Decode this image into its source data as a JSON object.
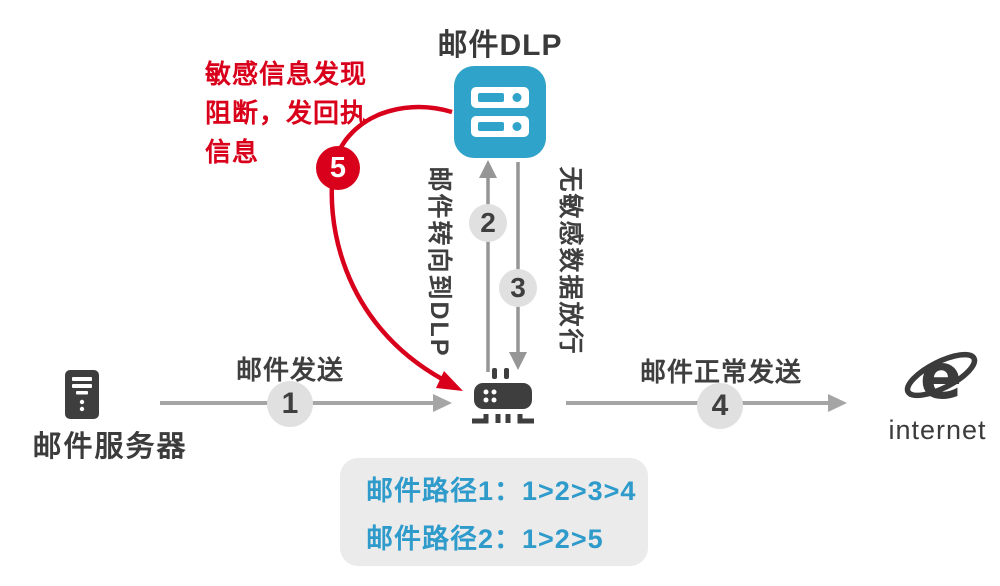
{
  "title": "邮件DLP",
  "annotation": {
    "lines": [
      "敏感信息发现",
      "阻断，发回执",
      "信息"
    ],
    "badge": "5"
  },
  "nodes": {
    "mail_server": {
      "label": "邮件服务器",
      "icon": "server-tower-icon"
    },
    "dlp_server": {
      "icon": "dlp-server-icon"
    },
    "gateway": {
      "icon": "router-icon"
    },
    "internet": {
      "label": "internet",
      "icon": "ie-globe-icon"
    }
  },
  "flows": {
    "step1": {
      "label": "邮件发送",
      "badge": "1",
      "direction": "right"
    },
    "step2": {
      "label": "邮件转向到DLP",
      "badge": "2",
      "direction": "up"
    },
    "step3": {
      "label": "无敏感数据放行",
      "badge": "3",
      "direction": "down"
    },
    "step4": {
      "label": "邮件正常发送",
      "badge": "4",
      "direction": "right"
    }
  },
  "legend": {
    "line1": "邮件路径1：1>2>3>4",
    "line2": "邮件路径2：1>2>5"
  },
  "colors": {
    "red": "#d9001b",
    "blue_icon": "#2fa3ca",
    "blue_text": "#2e9bcb",
    "dark": "#3e3e3e",
    "arrow_gray": "#a5a5a5",
    "badge_bg": "#e0e0e0",
    "legend_bg": "#ebebeb"
  }
}
